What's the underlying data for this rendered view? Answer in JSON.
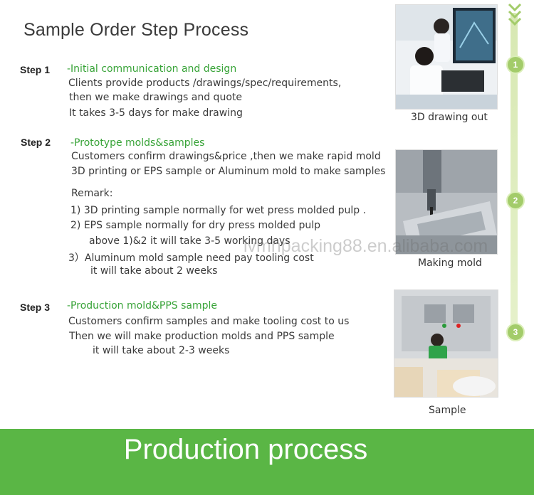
{
  "title": "Sample Order Step Process",
  "steps": [
    {
      "label": "Step 1",
      "heading": "-Initial communication and design",
      "lines": [
        "Clients provide products /drawings/spec/requirements,",
        "then we make drawings and quote",
        "It takes 3-5 days for make drawing"
      ]
    },
    {
      "label": "Step 2",
      "heading": "-Prototype molds&samples",
      "lines": [
        "Customers confirm drawings&price ,then we make rapid mold",
        "3D printing or EPS sample or Aluminum mold to make samples"
      ],
      "remark_title": "Remark:",
      "remarks": [
        "1) 3D printing sample normally for wet press molded pulp .",
        "2) EPS sample normally for dry press molded pulp",
        "above 1)&2  it will take 3-5 working days",
        "3）Aluminum mold sample need pay tooling cost",
        "it will take about 2 weeks"
      ]
    },
    {
      "label": "Step 3",
      "heading": "-Production mold&PPS sample",
      "lines": [
        "Customers confirm samples and make tooling cost to us",
        "Then we will make production molds and PPS sample",
        "it will take about 2-3 weeks"
      ]
    }
  ],
  "photos": [
    {
      "caption": "3D drawing out"
    },
    {
      "caption": "Making mold"
    },
    {
      "caption": "Sample"
    }
  ],
  "timeline": [
    "1",
    "2",
    "3"
  ],
  "watermark": "lvmhpacking88.en.alibaba.com",
  "footer": "Production process",
  "colors": {
    "accent_green": "#37a337",
    "footer_green": "#5ab645",
    "timeline_green": "#a3cc6a"
  }
}
